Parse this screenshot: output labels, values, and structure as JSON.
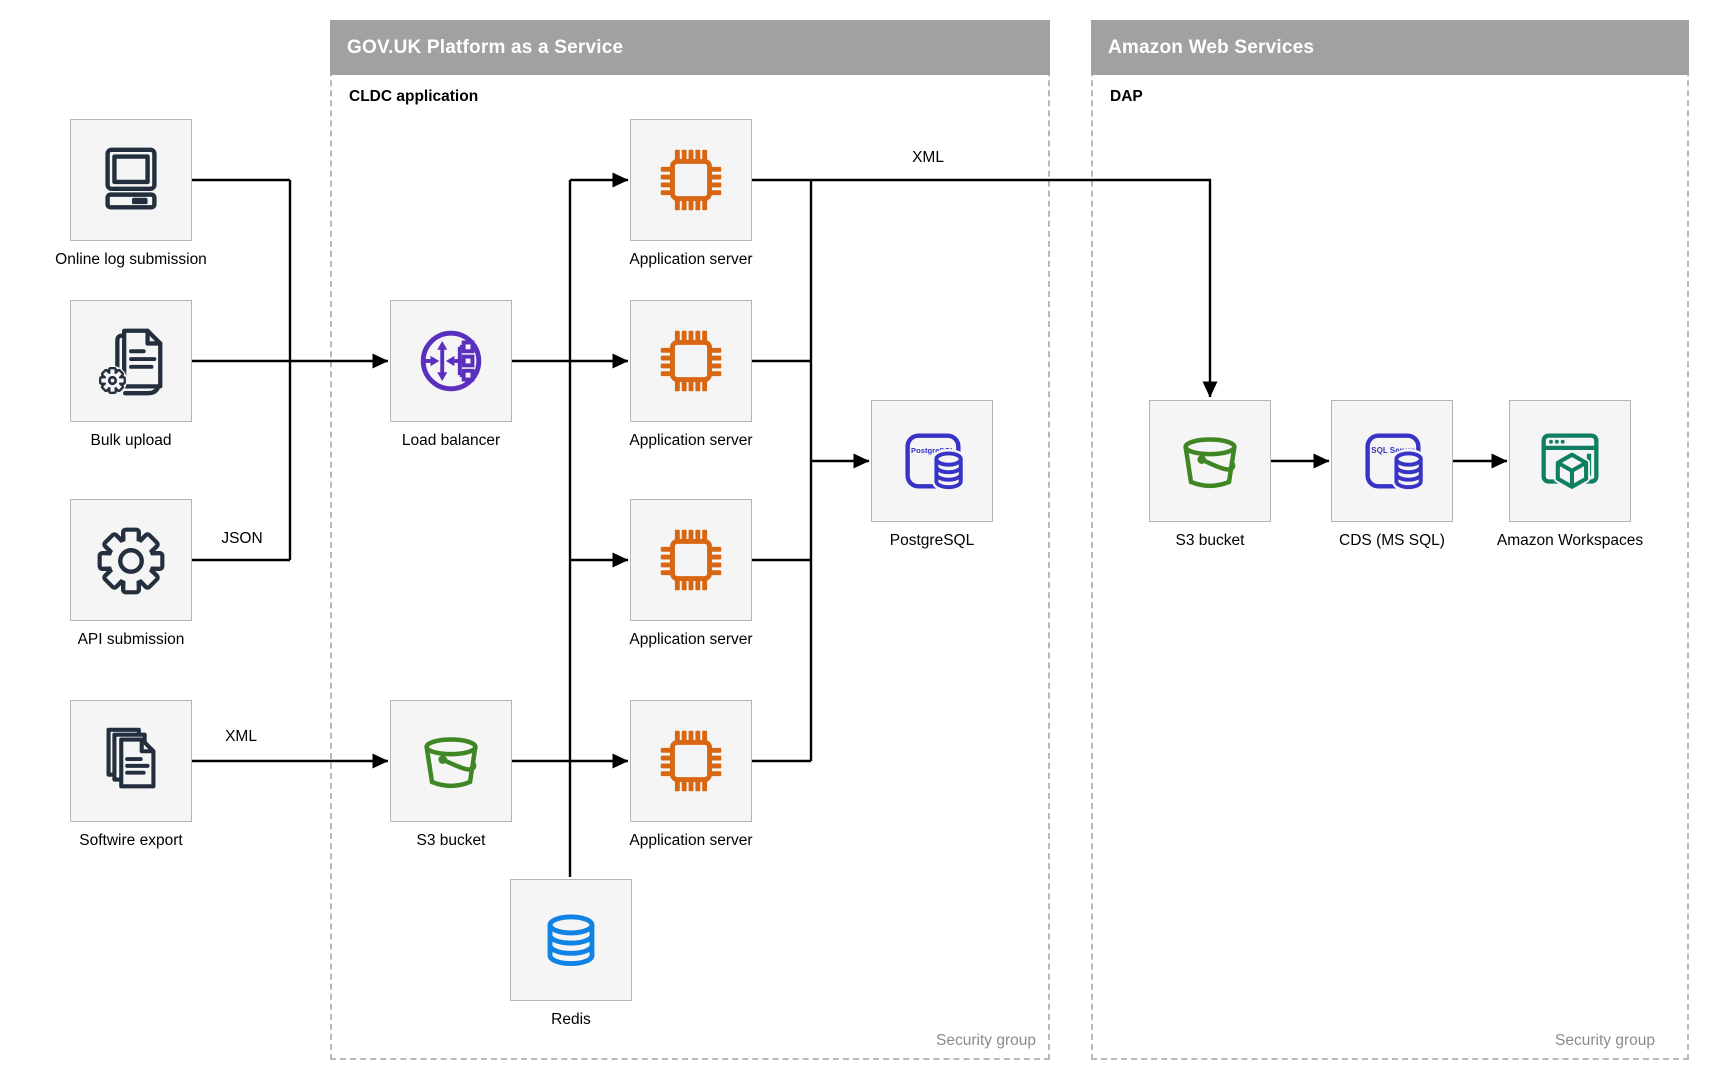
{
  "diagram": {
    "containers": {
      "paas": {
        "title": "GOV.UK Platform as a Service",
        "sublabel": "CLDC application",
        "footer": "Security group"
      },
      "aws": {
        "title": "Amazon Web Services",
        "sublabel": "DAP",
        "footer": "Security group"
      }
    },
    "nodes": {
      "online_log": {
        "label": "Online log submission",
        "icon": "desktop-computer-icon"
      },
      "bulk_upload": {
        "label": "Bulk upload",
        "icon": "document-gear-icon"
      },
      "api_submission": {
        "label": "API submission",
        "icon": "gear-icon"
      },
      "softwire_export": {
        "label": "Softwire export",
        "icon": "documents-stack-icon"
      },
      "load_balancer": {
        "label": "Load balancer",
        "icon": "load-balancer-icon"
      },
      "app_server_1": {
        "label": "Application server",
        "icon": "chip-icon"
      },
      "app_server_2": {
        "label": "Application server",
        "icon": "chip-icon"
      },
      "app_server_3": {
        "label": "Application server",
        "icon": "chip-icon"
      },
      "app_server_4": {
        "label": "Application server",
        "icon": "chip-icon"
      },
      "postgresql": {
        "label": "PostgreSQL",
        "icon_text": "PostgreSQL",
        "icon": "postgresql-icon"
      },
      "s3_paas": {
        "label": "S3 bucket",
        "icon": "s3-bucket-icon"
      },
      "redis": {
        "label": "Redis",
        "icon": "redis-database-icon"
      },
      "s3_aws": {
        "label": "S3 bucket",
        "icon": "s3-bucket-icon"
      },
      "cds": {
        "label": "CDS (MS SQL)",
        "icon_text": "SQL Server",
        "icon": "sql-server-icon"
      },
      "workspaces": {
        "label": "Amazon Workspaces",
        "icon": "workspaces-icon"
      }
    },
    "edge_labels": {
      "json": "JSON",
      "xml_softwire": "XML",
      "xml_app": "XML"
    },
    "colors": {
      "navy": "#232F3E",
      "orange": "#D86613",
      "purple": "#5A2FBE",
      "indigo": "#3633C6",
      "green": "#3F8624",
      "azure": "#0F82E6",
      "teal": "#0E7F63",
      "band_gray": "#A1A1A1",
      "container_dash": "#B8B8B8",
      "node_fill": "#F5F5F5",
      "node_border": "#B5B5B5",
      "edge_black": "#000000",
      "footer_gray": "#8C8C8C"
    }
  }
}
